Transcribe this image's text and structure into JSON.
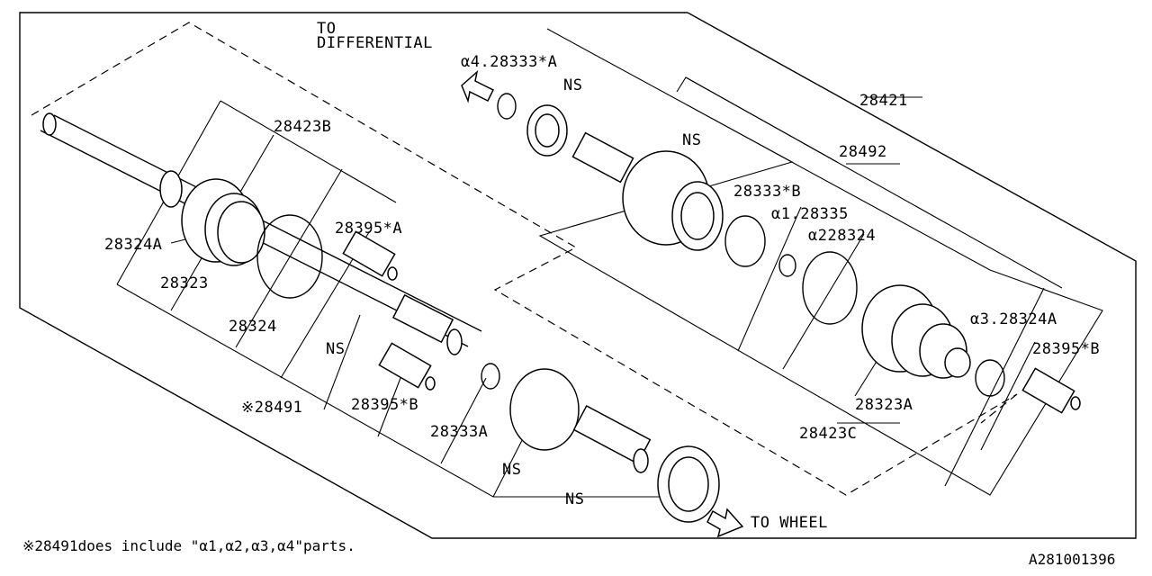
{
  "labels": {
    "to_differential_1": "TO",
    "to_differential_2": "DIFFERENTIAL",
    "to_wheel": "TO WHEEL",
    "p28421": "28421",
    "p28492": "28492",
    "p28423b": "28423B",
    "p28423c": "28423C",
    "p28324a": "28324A",
    "p28323": "28323",
    "p28324": "28324",
    "p28491": "※28491",
    "p28395b_left": "28395*B",
    "p28395a": "28395*A",
    "p28333a": "28333A",
    "p28333b": "28333*B",
    "a1": "α1.28335",
    "a2": "α228324",
    "a3": "α3.28324A",
    "a4": "α4.28333*A",
    "p28395b_right": "28395*B",
    "p28323a": "28323A",
    "ns_top": "NS",
    "ns_joint": "NS",
    "ns_mid": "NS",
    "ns_outer": "NS",
    "ns_bottom": "NS"
  },
  "footnote": "※28491does include \"α1,α2,α3,α4\"parts.",
  "diagram_code": "A281001396"
}
